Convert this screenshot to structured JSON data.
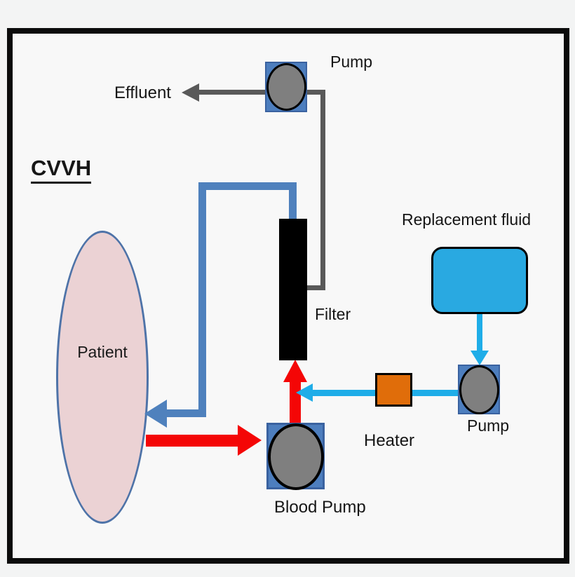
{
  "diagram": {
    "title": "CVVH",
    "labels": {
      "effluent": "Effluent",
      "top_pump": "Pump",
      "replacement_fluid": "Replacement fluid",
      "filter": "Filter",
      "patient": "Patient",
      "heater": "Heater",
      "right_pump": "Pump",
      "blood_pump": "Blood Pump"
    },
    "colors": {
      "frame_border": "#0b0b0b",
      "blood_line_red": "#f40606",
      "return_line_blue": "#4f81bd",
      "effluent_line_gray": "#595959",
      "replacement_line_cyan": "#1fade8",
      "replacement_fluid_box": "#29a9e1",
      "pump_housing_blue": "#4d7ebe",
      "pump_roller_gray": "#7f7f7f",
      "heater_orange": "#e06d0a",
      "filter_black": "#000000",
      "patient_pink": "#ebd2d4"
    },
    "flows": [
      {
        "name": "blood-outflow",
        "from": "Patient",
        "to": "Blood Pump",
        "color": "red"
      },
      {
        "name": "blood-to-filter",
        "from": "Blood Pump",
        "to": "Filter",
        "color": "red"
      },
      {
        "name": "blood-return",
        "from": "Filter",
        "to": "Patient",
        "color": "blue"
      },
      {
        "name": "effluent-out",
        "from": "Filter",
        "to": "Effluent",
        "via": "Pump",
        "color": "gray"
      },
      {
        "name": "replacement-infusion",
        "from": "Replacement fluid",
        "to": "blood line",
        "via": "Pump, Heater",
        "color": "cyan"
      }
    ]
  }
}
